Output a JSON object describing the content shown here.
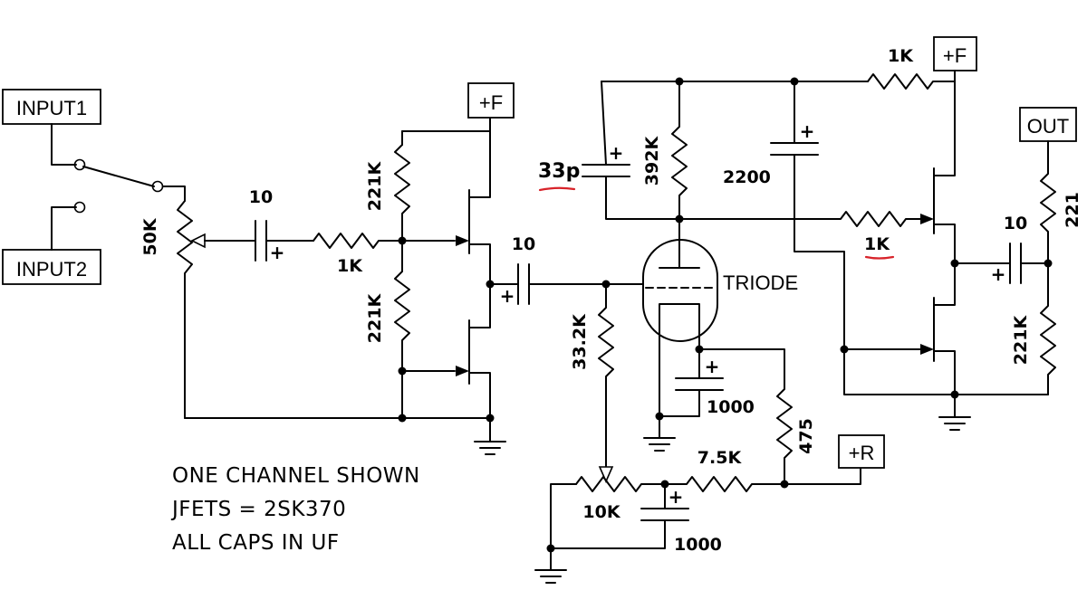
{
  "terminals": {
    "input1": "INPUT1",
    "input2": "INPUT2",
    "supply_f_left": "+F",
    "supply_f_right": "+F",
    "supply_r": "+R",
    "output": "OUT"
  },
  "components": {
    "pot_volume": "50K",
    "cap_input": "10",
    "res_gate": "1K",
    "res_bias_top": "221K",
    "res_bias_bottom": "221K",
    "cap_coupling": "10",
    "res_grid_bias": "33.2K",
    "res_cathode": "475",
    "cap_cathode": "1000",
    "res_supply": "7.5K",
    "pot_bias": "10K",
    "cap_supply": "1000",
    "res_plate": "392K",
    "cap_miller": "33p",
    "cap_bypass": "2200",
    "res_feed": "1K",
    "res_out_gate": "1K",
    "cap_output": "10",
    "res_output_series": "221",
    "res_output_shunt": "221K"
  },
  "tube_label": "TRIODE",
  "notes": [
    "ONE CHANNEL SHOWN",
    "JFETS = 2SK370",
    "ALL CAPS IN UF"
  ],
  "plus_mark": "+",
  "colors": {
    "ink": "#000000",
    "annotation": "#d8232a"
  }
}
